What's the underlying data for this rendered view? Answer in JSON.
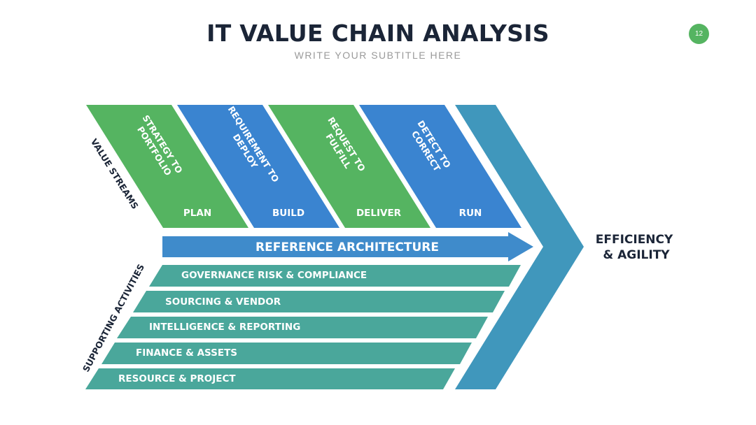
{
  "title": "IT VALUE CHAIN ANALYSIS",
  "subtitle": "WRITE YOUR SUBTITLE HERE",
  "page_number": "12",
  "colors": {
    "green": "#55b461",
    "blue": "#3a84d0",
    "teal": "#4aa79b",
    "chevron": "#4097bc",
    "arrow": "#3f8bcb",
    "title": "#1b2537",
    "badge": "#55b461"
  },
  "labels": {
    "value_streams": "VALUE STREAMS",
    "supporting_activities": "SUPPORTING ACTIVITIES",
    "reference_architecture": "REFERENCE ARCHITECTURE",
    "outcome_line1": "EFFICIENCY",
    "outcome_line2": "& AGILITY"
  },
  "streams": [
    {
      "line1": "STRATEGY TO",
      "line2": "PORTFOLIO",
      "phase": "PLAN",
      "color": "green"
    },
    {
      "line1": "REQUIREMENT TO",
      "line2": "DEPLOY",
      "phase": "BUILD",
      "color": "blue"
    },
    {
      "line1": "REQUEST TO",
      "line2": "FULFILL",
      "phase": "DELIVER",
      "color": "green"
    },
    {
      "line1": "DETECT TO",
      "line2": "CORRECT",
      "phase": "RUN",
      "color": "blue"
    }
  ],
  "activities": [
    "GOVERNANCE RISK & COMPLIANCE",
    "SOURCING & VENDOR",
    "INTELLIGENCE & REPORTING",
    "FINANCE & ASSETS",
    "RESOURCE & PROJECT"
  ]
}
